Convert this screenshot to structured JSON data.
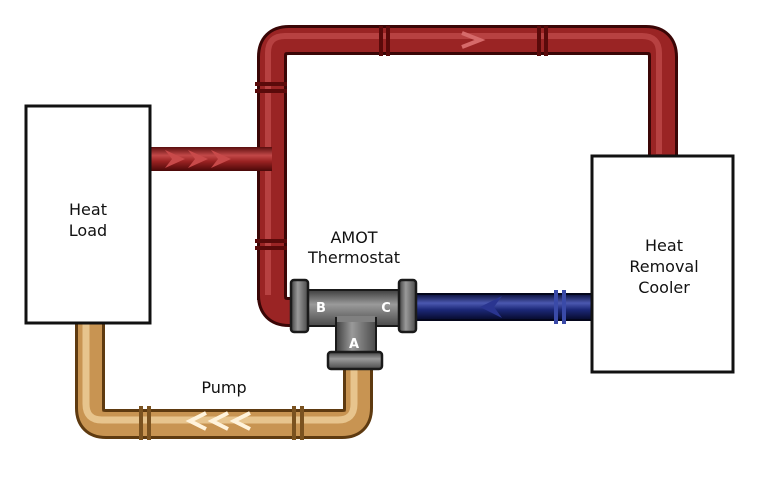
{
  "heat_load": {
    "line1": "Heat",
    "line2": "Load"
  },
  "cooler": {
    "line1": "Heat",
    "line2": "Removal",
    "line3": "Cooler"
  },
  "thermostat": {
    "line1": "AMOT",
    "line2": "Thermostat",
    "port_a": "A",
    "port_b": "B",
    "port_c": "C"
  },
  "pump": {
    "label": "Pump"
  },
  "colors": {
    "hot_pipe": "#8e1d1d",
    "cold_pipe": "#16226b",
    "return_pipe": "#c99a55",
    "valve_body": "#6a6a6a"
  }
}
